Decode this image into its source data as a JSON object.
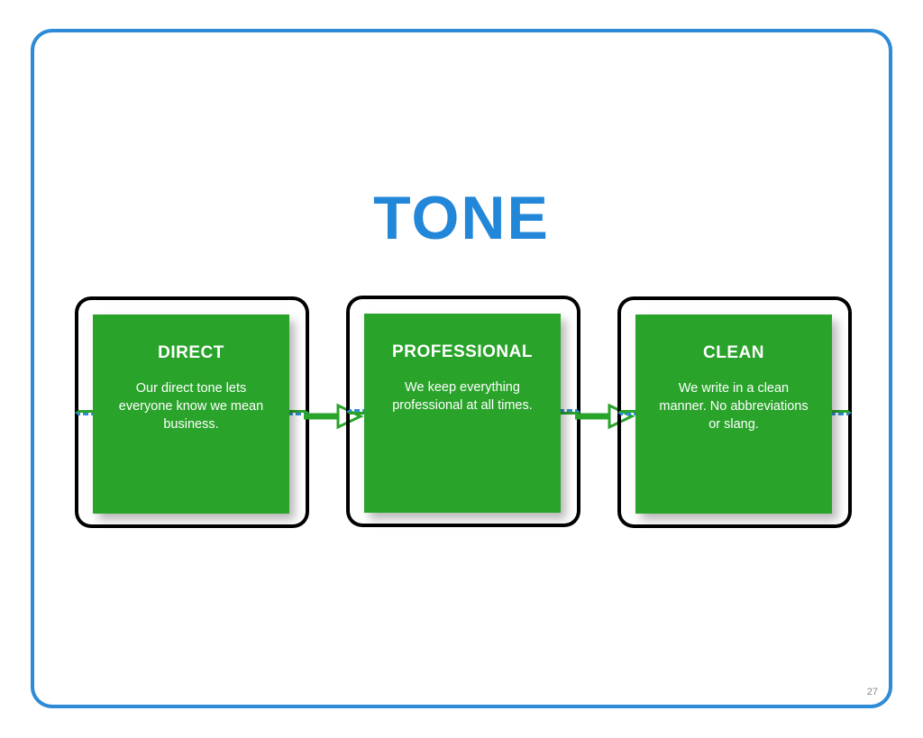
{
  "slide": {
    "title": "TONE",
    "page_number": "27",
    "colors": {
      "accent_blue": "#2e8bd7",
      "accent_green": "#2aa32b",
      "card_text": "#ffffff"
    },
    "cards": [
      {
        "heading": "DIRECT",
        "body": "Our direct tone lets everyone know we mean business."
      },
      {
        "heading": "PROFESSIONAL",
        "body": "We keep everything professional at all times."
      },
      {
        "heading": "CLEAN",
        "body": "We write in a clean manner.  No abbreviations or slang."
      }
    ],
    "icons": {
      "arrow": "block-arrow-right"
    }
  }
}
